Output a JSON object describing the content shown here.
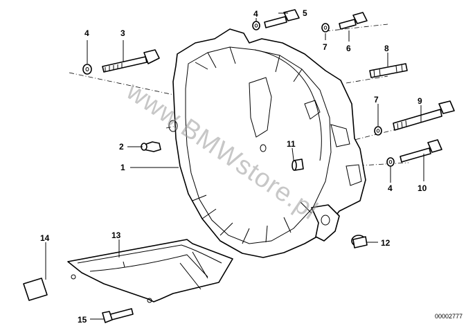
{
  "diagram": {
    "watermark": "www.BMWstore.pl",
    "reference_number": "00002777",
    "callouts": [
      {
        "id": "c1",
        "label": "1"
      },
      {
        "id": "c2",
        "label": "2"
      },
      {
        "id": "c3",
        "label": "3"
      },
      {
        "id": "c4a",
        "label": "4"
      },
      {
        "id": "c4b",
        "label": "4"
      },
      {
        "id": "c4c",
        "label": "4"
      },
      {
        "id": "c5",
        "label": "5"
      },
      {
        "id": "c6",
        "label": "6"
      },
      {
        "id": "c7a",
        "label": "7"
      },
      {
        "id": "c7b",
        "label": "7"
      },
      {
        "id": "c8",
        "label": "8"
      },
      {
        "id": "c9",
        "label": "9"
      },
      {
        "id": "c10",
        "label": "10"
      },
      {
        "id": "c11",
        "label": "11"
      },
      {
        "id": "c12",
        "label": "12"
      },
      {
        "id": "c13",
        "label": "13"
      },
      {
        "id": "c14",
        "label": "14"
      },
      {
        "id": "c15",
        "label": "15"
      }
    ]
  }
}
